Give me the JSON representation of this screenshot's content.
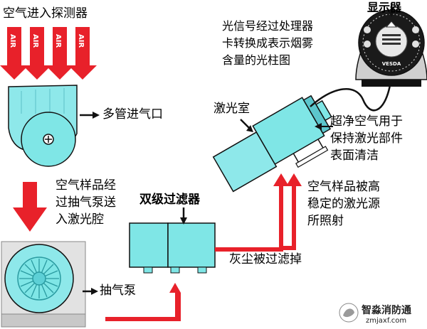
{
  "labels": {
    "air_enter": "空气进入探测器",
    "air_word": "AIR",
    "multi_inlet": "多管进气口",
    "sample_line1": "空气样品经",
    "sample_line2": "过抽气泵送",
    "sample_line3": "入激光腔",
    "pump": "抽气泵",
    "two_stage_filter": "双级过滤器",
    "dust_filtered": "灰尘被过滤掉",
    "laser_chamber": "激光室",
    "clean_air_line1": "超净空气用于",
    "clean_air_line2": "保持激光部件",
    "clean_air_line3": "表面清洁",
    "sample_lit_line1": "空气样品被高",
    "sample_lit_line2": "稳定的激光源",
    "sample_lit_line3": "所照射",
    "display": "显示器",
    "signal_line1": "光信号经过处理器",
    "signal_line2": "卡转换成表示烟雾",
    "signal_line3": "含量的光柱图",
    "vesda": "VESDA"
  },
  "watermark": {
    "name": "智淼消防通",
    "url": "zmjaxf.com"
  },
  "colors": {
    "red": "#e8212a",
    "cyan": "#7fe6e6",
    "cyan_dark": "#40b8c0",
    "gray_box": "#e6e6e6"
  }
}
